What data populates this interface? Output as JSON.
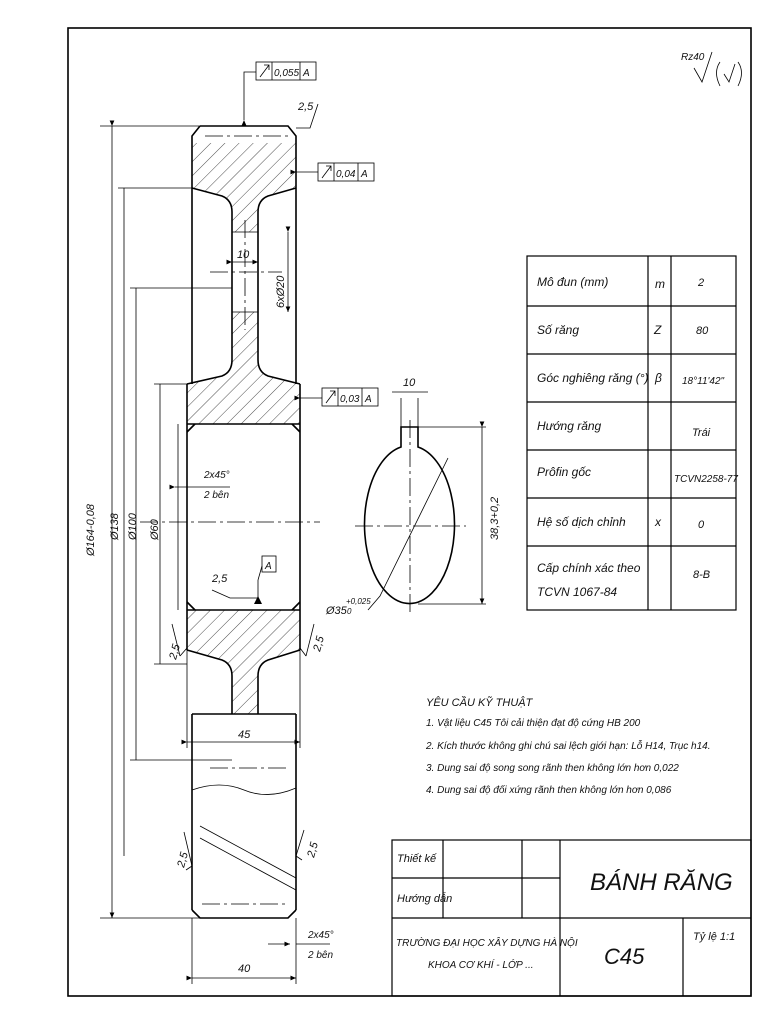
{
  "roughness": {
    "label": "Rz40"
  },
  "tolerances": {
    "top": {
      "value": "0,055",
      "datum": "A"
    },
    "mid": {
      "value": "0,04",
      "datum": "A"
    },
    "hub": {
      "value": "0,03",
      "datum": "A"
    },
    "datum_label": "A"
  },
  "dimensions": {
    "chamfer_top": "2,5",
    "hole_width": "10",
    "holes": "6xØ20",
    "d164": "Ø164-0,08",
    "d138": "Ø138",
    "d100": "Ø100",
    "d60": "Ø60",
    "chamfer_bore": "2x45°",
    "chamfer_bore_note": "2 bên",
    "bore_chamfer": "2,5",
    "left_chamfer": "2,5",
    "right_chamfer": "2,5",
    "hub_length": "45",
    "tooth_left_chamfer": "2,5",
    "tooth_right_chamfer": "2,5",
    "bottom_chamfer": "2x45°",
    "bottom_chamfer_note": "2 bên",
    "face_width": "40",
    "key_width": "10",
    "key_depth": "38,3+0,2",
    "bore_dia": "Ø35",
    "bore_tol": "+0,025",
    "bore_tol_low": "0"
  },
  "param_table": [
    {
      "name": "Mô đun (mm)",
      "symbol": "m",
      "value": "2"
    },
    {
      "name": "Số răng",
      "symbol": "Z",
      "value": "80"
    },
    {
      "name": "Góc nghiêng răng (°)",
      "symbol": "β",
      "value": "18°11'42\""
    },
    {
      "name": "Hướng răng",
      "symbol": "",
      "value": "Trái"
    },
    {
      "name": "Prôfin gốc",
      "symbol": "",
      "value": "TCVN2258-77"
    },
    {
      "name": "Hệ số dịch chỉnh",
      "symbol": "x",
      "value": "0"
    },
    {
      "name": "Cấp chính xác theo",
      "name2": "TCVN 1067-84",
      "symbol": "",
      "value": "8-B"
    }
  ],
  "requirements": {
    "title": "YÊU CẦU KỸ THUẬT",
    "items": [
      "1. Vật liệu C45 Tôi cải thiện đạt độ cứng  HB 200",
      "2.  Kích thước không ghi chú sai lệch giới hạn: Lỗ H14, Trục h14.",
      "3. Dung sai độ song song rãnh then không lớn hơn 0,022",
      "4. Dung sai độ đối xứng rãnh then không lớn hơn 0,086"
    ]
  },
  "title_block": {
    "designer_label": "Thiết kế",
    "advisor_label": "Hướng dẫn",
    "part_name": "BÁNH RĂNG",
    "material": "C45",
    "scale": "Tỷ lệ 1:1",
    "school": "TRƯỜNG ĐẠI HỌC XÂY DỰNG HÀ NỘI",
    "faculty": "KHOA CƠ KHÍ - LỚP ..."
  }
}
